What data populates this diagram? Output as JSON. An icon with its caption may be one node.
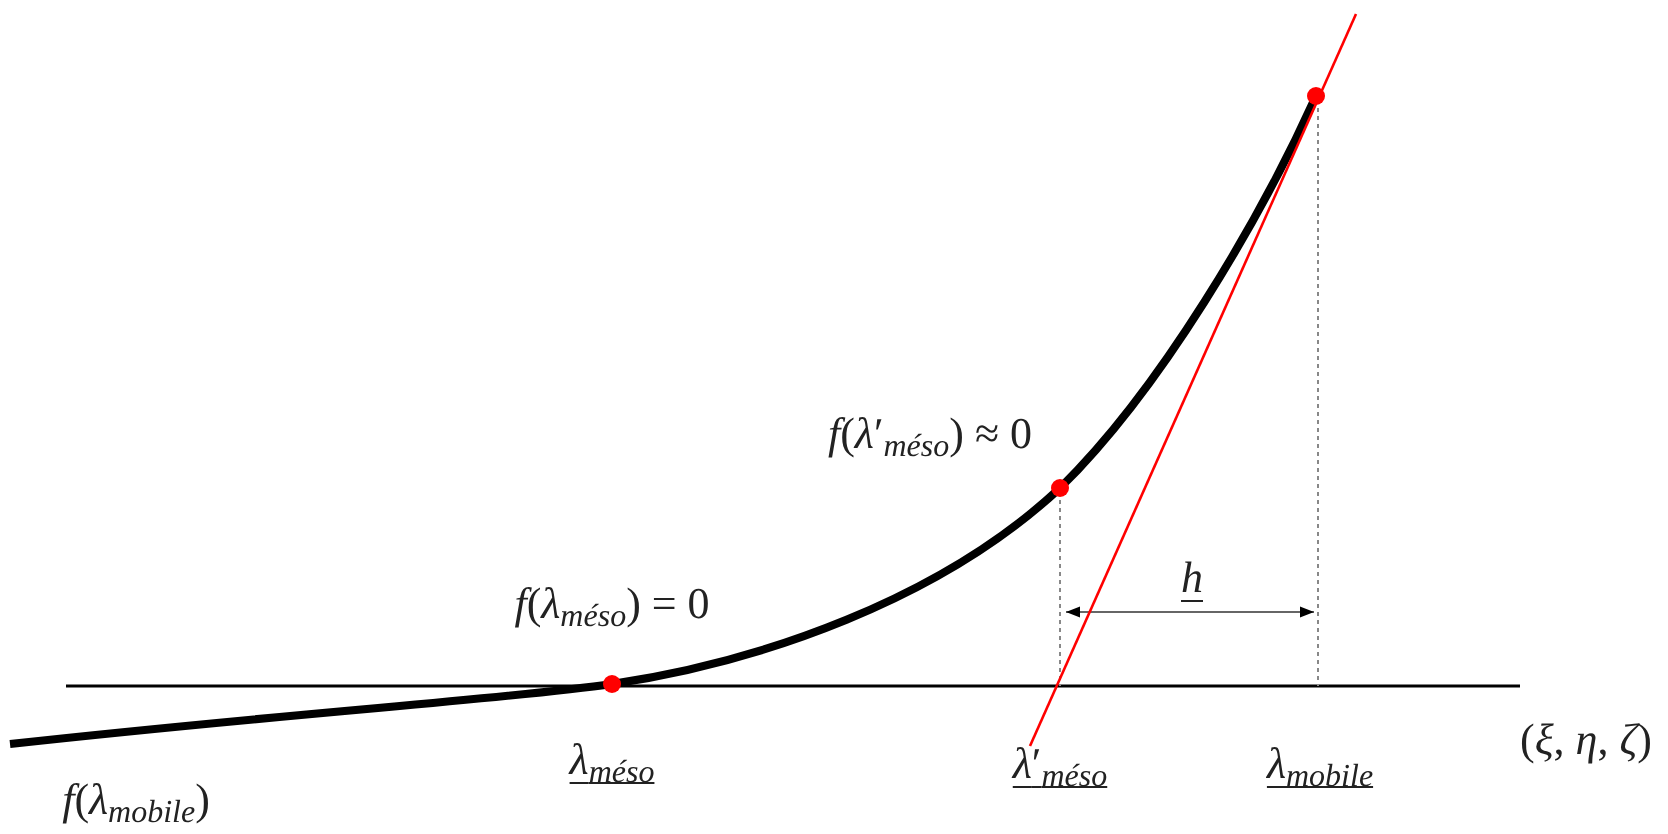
{
  "diagram": {
    "labels": [
      "*f*(*λ*′$_{méso}$) ≈ 0",
      "*h*",
      "*f*(*λ*$_{méso}$) = 0",
      "*λ*$_{méso}$",
      "*λ*′$_{méso}$",
      "*λ*$_{mobile}$",
      "(*ξ*, *η*, *ζ*)",
      "*f*(*λ*$_{mobile}$)"
    ]
  }
}
